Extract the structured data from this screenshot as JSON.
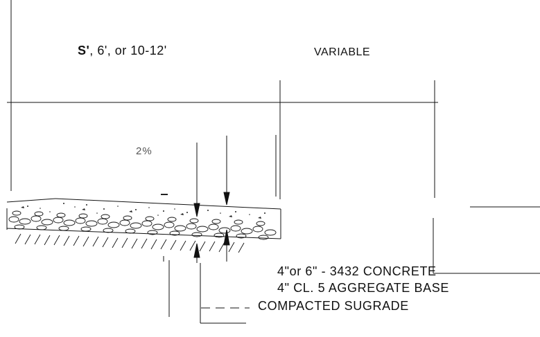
{
  "dimensions": {
    "walk_width_prefix": "S'",
    "walk_width_rest": "6',  or  10-12'",
    "variable_label": "VARIABLE"
  },
  "slope_label": "2%",
  "callouts": {
    "concrete": "4\"or 6\" - 3432 CONCRETE",
    "aggregate": "4\" CL. 5 AGGREGATE BASE",
    "subgrade": "COMPACTED SUGRADE"
  },
  "colors": {
    "ink": "#111111",
    "slope_text": "#555555",
    "background": "#ffffff"
  }
}
